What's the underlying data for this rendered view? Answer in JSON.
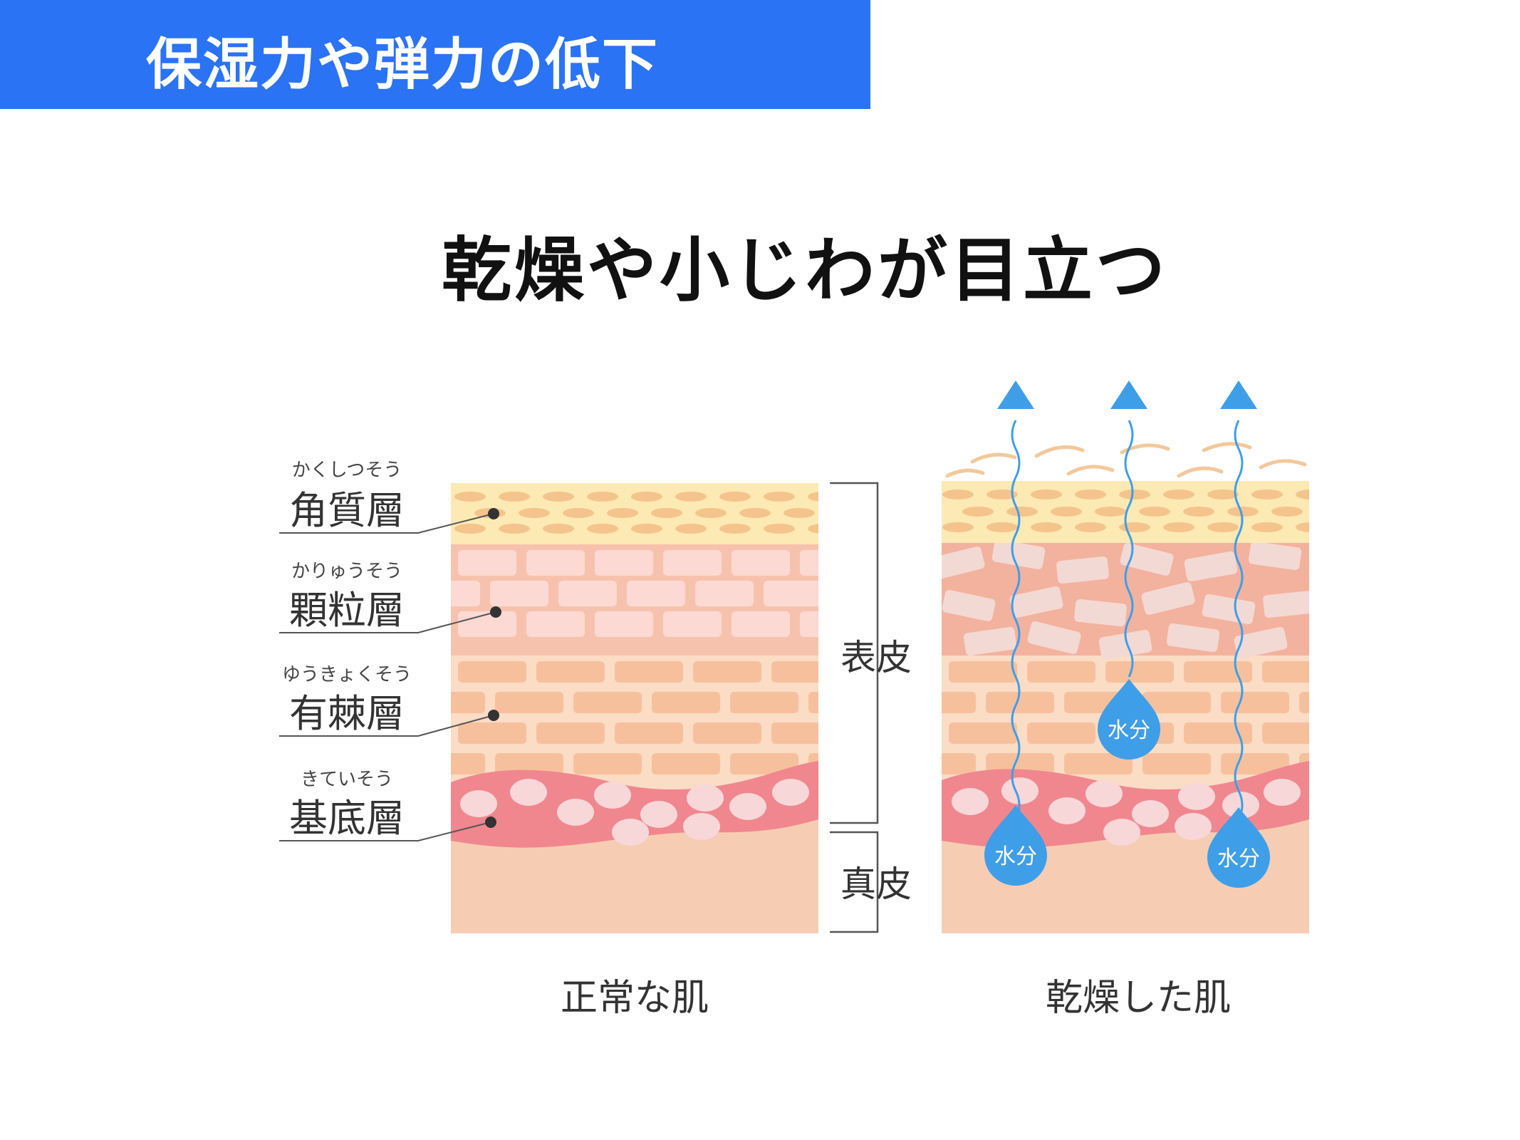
{
  "banner": {
    "title": "保湿力や弾力の低下"
  },
  "headline": "乾燥や小じわが目立つ",
  "layers": [
    {
      "ruby": "かくしつそう",
      "name": "角質層"
    },
    {
      "ruby": "かりゅうそう",
      "name": "顆粒層"
    },
    {
      "ruby": "ゆうきょくそう",
      "name": "有棘層"
    },
    {
      "ruby": "きていそう",
      "name": "基底層"
    }
  ],
  "brackets": {
    "epidermis": "表皮",
    "dermis": "真皮"
  },
  "captions": {
    "normal": "正常な肌",
    "dry": "乾燥した肌"
  },
  "droplet_label": "水分",
  "colors": {
    "banner": "#2a73f5",
    "stratum_corneum": "#fce9b4",
    "granular": "#f7c2ad",
    "spinous": "#fbdcc4",
    "basal": "#f0878e",
    "dermis": "#f6cdb3",
    "water": "#3f9ee8"
  }
}
